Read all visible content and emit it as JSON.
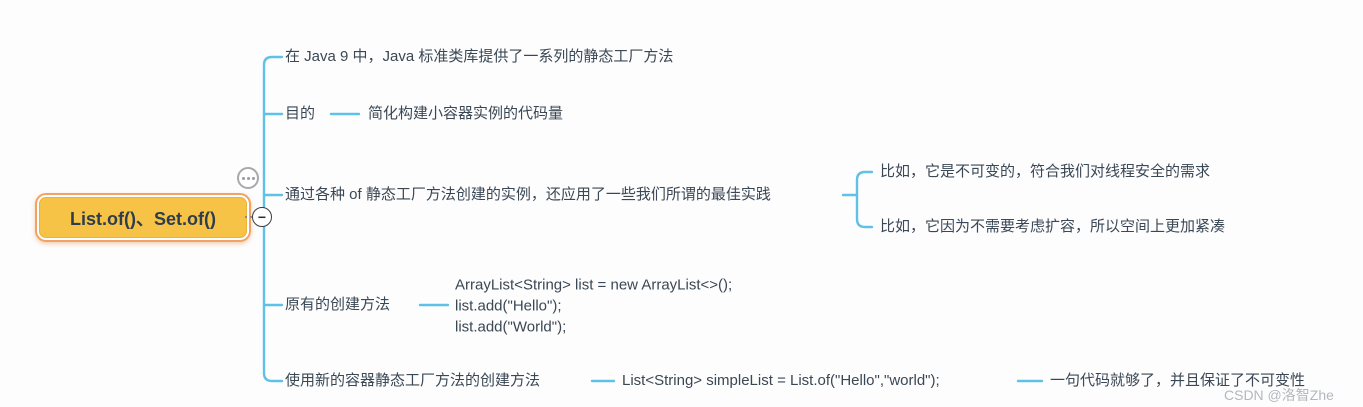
{
  "root": {
    "label": "List.of()、Set.of()"
  },
  "icons": {
    "more": "more-options",
    "collapse_glyph": "−"
  },
  "branches": {
    "intro": {
      "label": "在 Java 9 中，Java 标准类库提供了一系列的静态工厂方法"
    },
    "purpose": {
      "label": "目的",
      "desc": "简化构建小容器实例的代码量"
    },
    "best_practice": {
      "label": "通过各种 of 静态工厂方法创建的实例，还应用了一些我们所谓的最佳实践",
      "children": [
        "比如，它是不可变的，符合我们对线程安全的需求",
        "比如，它因为不需要考虑扩容，所以空间上更加紧凑"
      ]
    },
    "old_way": {
      "label": "原有的创建方法",
      "code_lines": [
        "ArrayList<String> list = new ArrayList<>();",
        "list.add(\"Hello\");",
        "list.add(\"World\");"
      ]
    },
    "new_way": {
      "label": "使用新的容器静态工厂方法的创建方法",
      "code": "List<String> simpleList = List.of(\"Hello\",\"world\");",
      "note": "一句代码就够了，并且保证了不可变性"
    }
  },
  "watermark": "CSDN @洛智Zhe",
  "colors": {
    "connector": "#5fc0e8",
    "node_fill": "#f6c347",
    "node_border": "#f2a264",
    "text": "#3a4754"
  }
}
